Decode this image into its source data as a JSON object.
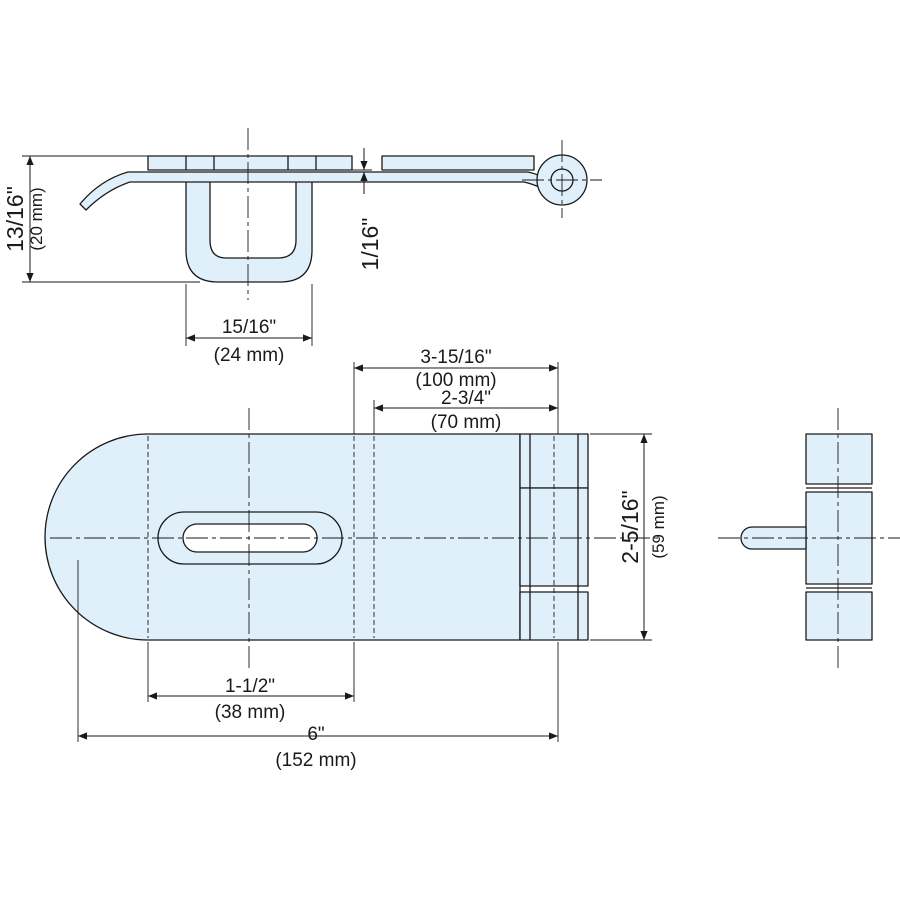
{
  "colors": {
    "part_fill": "#dff0fb",
    "line": "#1a1a1a",
    "background": "#ffffff"
  },
  "dimensions": {
    "height_side": {
      "imperial": "13/16\"",
      "metric": "(20 mm)"
    },
    "thickness": {
      "imperial": "1/16\""
    },
    "staple_width": {
      "imperial": "15/16\"",
      "metric": "(24 mm)"
    },
    "hinge_to_slot": {
      "imperial": "3-15/16\"",
      "metric": "(100 mm)"
    },
    "hinge_to_hasp": {
      "imperial": "2-3/4\"",
      "metric": "(70 mm)"
    },
    "width": {
      "imperial": "2-5/16\"",
      "metric": "(59 mm)"
    },
    "slot_offset": {
      "imperial": "1-1/2\"",
      "metric": "(38 mm)"
    },
    "overall_length": {
      "imperial": "6\"",
      "metric": "(152 mm)"
    }
  }
}
